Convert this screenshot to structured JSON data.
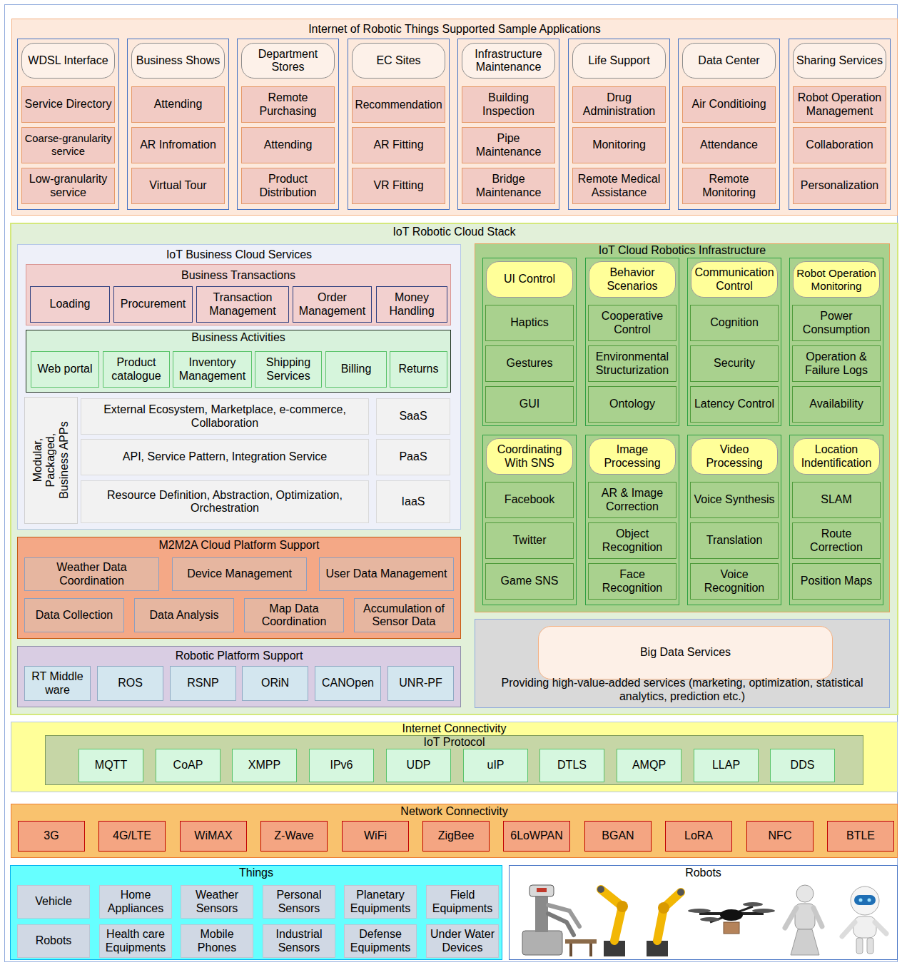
{
  "diagram": {
    "nodes": [
      {
        "text": [
          "Internet of Robotic Things Supported Sample Applications"
        ]
      },
      {
        "text": [
          "WDSL Interface"
        ],
        "in": 0
      },
      {
        "text": [
          "Service Directory"
        ],
        "in": 0
      },
      {
        "text": [
          "Coarse-granularity service"
        ],
        "in": 0
      },
      {
        "text": [
          "Low-granularity service"
        ],
        "in": 0
      },
      {
        "text": [
          "Business Shows"
        ],
        "in": 0
      },
      {
        "text": [
          "Attending"
        ],
        "in": 0
      },
      {
        "text": [
          "AR Infromation"
        ],
        "in": 0
      },
      {
        "text": [
          "Virtual Tour"
        ],
        "in": 0
      },
      {
        "text": [
          "Department Stores"
        ],
        "in": 0
      },
      {
        "text": [
          "Remote Purchasing"
        ],
        "in": 0
      },
      {
        "text": [
          "Attending"
        ],
        "in": 0
      },
      {
        "text": [
          "Product Distribution"
        ],
        "in": 0
      },
      {
        "text": [
          "EC Sites"
        ],
        "in": 0
      },
      {
        "text": [
          "Recommendation"
        ],
        "in": 0
      },
      {
        "text": [
          "AR Fitting"
        ],
        "in": 0
      },
      {
        "text": [
          "VR Fitting"
        ],
        "in": 0
      },
      {
        "text": [
          "Infrastructure Maintenance"
        ],
        "in": 0
      },
      {
        "text": [
          "Building Inspection"
        ],
        "in": 0
      },
      {
        "text": [
          "Pipe Maintenance"
        ],
        "in": 0
      },
      {
        "text": [
          "Bridge Maintenance"
        ],
        "in": 0
      },
      {
        "text": [
          "Life Support"
        ],
        "in": 0
      },
      {
        "text": [
          "Drug Administration"
        ],
        "in": 0
      },
      {
        "text": [
          "Monitoring"
        ],
        "in": 0
      },
      {
        "text": [
          "Remote Medical Assistance"
        ],
        "in": 0
      },
      {
        "text": [
          "Data Center"
        ],
        "in": 0
      },
      {
        "text": [
          "Air Conditioing"
        ],
        "in": 0
      },
      {
        "text": [
          "Attendance"
        ],
        "in": 0
      },
      {
        "text": [
          "Remote Monitoring"
        ],
        "in": 0
      },
      {
        "text": [
          "Sharing Services"
        ],
        "in": 0
      },
      {
        "text": [
          "Robot Operation Management"
        ],
        "in": 0
      },
      {
        "text": [
          "Collaboration"
        ],
        "in": 0
      },
      {
        "text": [
          "Personalization"
        ],
        "in": 0
      },
      {
        "text": [
          "IoT Robotic Cloud Stack"
        ]
      },
      {
        "text": [
          "IoT Business Cloud Services"
        ],
        "in": 33
      },
      {
        "text": [
          "Business Transactions"
        ],
        "in": 34
      },
      {
        "text": [
          "Loading"
        ],
        "in": 35
      },
      {
        "text": [
          "Procurement"
        ],
        "in": 35
      },
      {
        "text": [
          "Transaction Management"
        ],
        "in": 35
      },
      {
        "text": [
          "Order Management"
        ],
        "in": 35
      },
      {
        "text": [
          "Money Handling"
        ],
        "in": 35
      },
      {
        "text": [
          "Business Activities"
        ],
        "in": 34
      },
      {
        "text": [
          "Web portal"
        ],
        "in": 41
      },
      {
        "text": [
          "Product catalogue"
        ],
        "in": 41
      },
      {
        "text": [
          "Inventory Management"
        ],
        "in": 41
      },
      {
        "text": [
          "Shipping Services"
        ],
        "in": 41
      },
      {
        "text": [
          "Billing"
        ],
        "in": 41
      },
      {
        "text": [
          "Returns"
        ],
        "in": 41
      },
      {
        "text": [
          "Modular, Packaged, Business APPs"
        ],
        "in": 34
      },
      {
        "text": [
          "External Ecosystem, Marketplace, e-commerce, Collaboration"
        ],
        "in": 34
      },
      {
        "text": [
          "SaaS"
        ],
        "in": 34
      },
      {
        "text": [
          "API, Service Pattern, Integration Service"
        ],
        "in": 34
      },
      {
        "text": [
          "PaaS"
        ],
        "in": 34
      },
      {
        "text": [
          "Resource Definition, Abstraction, Optimization, Orchestration"
        ],
        "in": 34
      },
      {
        "text": [
          "IaaS"
        ],
        "in": 34
      },
      {
        "text": [
          "M2M2A Cloud Platform Support"
        ],
        "in": 33
      },
      {
        "text": [
          "Weather Data Coordination"
        ],
        "in": 55
      },
      {
        "text": [
          "Device Management"
        ],
        "in": 55
      },
      {
        "text": [
          "User Data Management"
        ],
        "in": 55
      },
      {
        "text": [
          "Data Collection"
        ],
        "in": 55
      },
      {
        "text": [
          "Data Analysis"
        ],
        "in": 55
      },
      {
        "text": [
          "Map Data Coordination"
        ],
        "in": 55
      },
      {
        "text": [
          "Accumulation of Sensor Data"
        ],
        "in": 55
      },
      {
        "text": [
          "Robotic Platform Support"
        ],
        "in": 33
      },
      {
        "text": [
          "RT Middle ware"
        ],
        "in": 63
      },
      {
        "text": [
          "ROS"
        ],
        "in": 63
      },
      {
        "text": [
          "RSNP"
        ],
        "in": 63
      },
      {
        "text": [
          "ORiN"
        ],
        "in": 63
      },
      {
        "text": [
          "CANOpen"
        ],
        "in": 63
      },
      {
        "text": [
          "UNR-PF"
        ],
        "in": 63
      },
      {
        "text": [
          "IoT Cloud Robotics Infrastructure"
        ],
        "in": 33
      },
      {
        "text": [
          "UI Control"
        ],
        "in": 70
      },
      {
        "text": [
          "Haptics"
        ],
        "in": 70
      },
      {
        "text": [
          "Gestures"
        ],
        "in": 70
      },
      {
        "text": [
          "GUI"
        ],
        "in": 70
      },
      {
        "text": [
          "Behavior Scenarios"
        ],
        "in": 70
      },
      {
        "text": [
          "Cooperative Control"
        ],
        "in": 70
      },
      {
        "text": [
          "Environmental Structurization"
        ],
        "in": 70
      },
      {
        "text": [
          "Ontology"
        ],
        "in": 70
      },
      {
        "text": [
          "Communication Control"
        ],
        "in": 70
      },
      {
        "text": [
          "Cognition"
        ],
        "in": 70
      },
      {
        "text": [
          "Security"
        ],
        "in": 70
      },
      {
        "text": [
          "Latency Control"
        ],
        "in": 70
      },
      {
        "text": [
          "Robot Operation Monitoring"
        ],
        "in": 70
      },
      {
        "text": [
          "Power Consumption"
        ],
        "in": 70
      },
      {
        "text": [
          "Operation & Failure Logs"
        ],
        "in": 70
      },
      {
        "text": [
          "Availability"
        ],
        "in": 70
      },
      {
        "text": [
          "Coordinating With SNS"
        ],
        "in": 70
      },
      {
        "text": [
          "Facebook"
        ],
        "in": 70
      },
      {
        "text": [
          "Twitter"
        ],
        "in": 70
      },
      {
        "text": [
          "Game SNS"
        ],
        "in": 70
      },
      {
        "text": [
          "Image Processing"
        ],
        "in": 70
      },
      {
        "text": [
          "AR & Image Correction"
        ],
        "in": 70
      },
      {
        "text": [
          "Object Recognition"
        ],
        "in": 70
      },
      {
        "text": [
          "Face Recognition"
        ],
        "in": 70
      },
      {
        "text": [
          "Video Processing"
        ],
        "in": 70
      },
      {
        "text": [
          "Voice Synthesis"
        ],
        "in": 70
      },
      {
        "text": [
          "Translation"
        ],
        "in": 70
      },
      {
        "text": [
          "Voice Recognition"
        ],
        "in": 70
      },
      {
        "text": [
          "Location Indentification"
        ],
        "in": 70
      },
      {
        "text": [
          "SLAM"
        ],
        "in": 70
      },
      {
        "text": [
          "Route Correction"
        ],
        "in": 70
      },
      {
        "text": [
          "Position Maps"
        ],
        "in": 70
      },
      {
        "text": [
          "Providing high-value-added services (marketing, optimization, statistical analytics, prediction etc.)"
        ],
        "in": 33
      },
      {
        "text": [
          "Big Data Services"
        ],
        "in": 103
      },
      {
        "text": [
          "Internet Connectivity"
        ]
      },
      {
        "text": [
          "IoT Protocol"
        ],
        "in": 105
      },
      {
        "text": [
          "MQTT"
        ],
        "in": 106
      },
      {
        "text": [
          "CoAP"
        ],
        "in": 106
      },
      {
        "text": [
          "XMPP"
        ],
        "in": 106
      },
      {
        "text": [
          "IPv6"
        ],
        "in": 106
      },
      {
        "text": [
          "UDP"
        ],
        "in": 106
      },
      {
        "text": [
          "uIP"
        ],
        "in": 106
      },
      {
        "text": [
          "DTLS"
        ],
        "in": 106
      },
      {
        "text": [
          "AMQP"
        ],
        "in": 106
      },
      {
        "text": [
          "LLAP"
        ],
        "in": 106
      },
      {
        "text": [
          "DDS"
        ],
        "in": 106
      },
      {
        "text": [
          "Network Connectivity"
        ]
      },
      {
        "text": [
          "3G"
        ],
        "in": 117
      },
      {
        "text": [
          "4G/LTE"
        ],
        "in": 117
      },
      {
        "text": [
          "WiMAX"
        ],
        "in": 117
      },
      {
        "text": [
          "Z-Wave"
        ],
        "in": 117
      },
      {
        "text": [
          "WiFi"
        ],
        "in": 117
      },
      {
        "text": [
          "ZigBee"
        ],
        "in": 117
      },
      {
        "text": [
          "6LoWPAN"
        ],
        "in": 117
      },
      {
        "text": [
          "BGAN"
        ],
        "in": 117
      },
      {
        "text": [
          "LoRA"
        ],
        "in": 117
      },
      {
        "text": [
          "NFC"
        ],
        "in": 117
      },
      {
        "text": [
          "BTLE"
        ],
        "in": 117
      },
      {
        "text": [
          "Things"
        ]
      },
      {
        "text": [
          "Vehicle"
        ],
        "in": 129
      },
      {
        "text": [
          "Home Appliances"
        ],
        "in": 129
      },
      {
        "text": [
          "Weather Sensors"
        ],
        "in": 129
      },
      {
        "text": [
          "Personal Sensors"
        ],
        "in": 129
      },
      {
        "text": [
          "Planetary Equipments"
        ],
        "in": 129
      },
      {
        "text": [
          "Field Equipments"
        ],
        "in": 129
      },
      {
        "text": [
          "Robots"
        ],
        "in": 129
      },
      {
        "text": [
          "Health care Equipments"
        ],
        "in": 129
      },
      {
        "text": [
          "Mobile Phones"
        ],
        "in": 129
      },
      {
        "text": [
          "Industrial Sensors"
        ],
        "in": 129
      },
      {
        "text": [
          "Defense Equipments"
        ],
        "in": 129
      },
      {
        "text": [
          "Under Water Devices"
        ],
        "in": 129
      },
      {
        "text": [
          "Robots"
        ]
      }
    ]
  }
}
